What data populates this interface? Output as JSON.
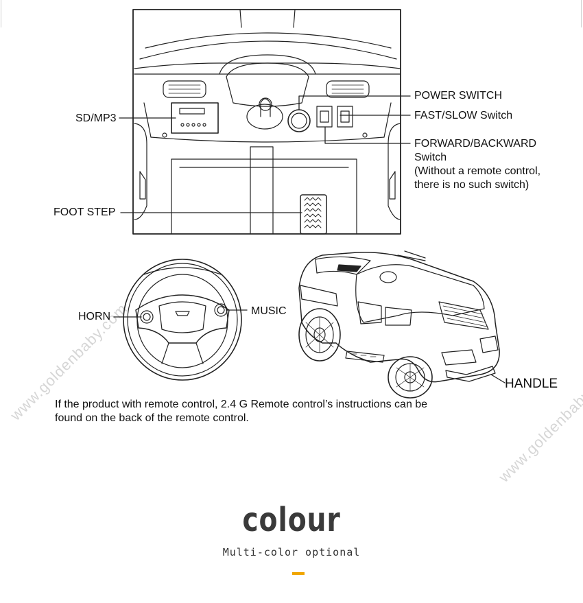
{
  "labels": {
    "power_switch": "POWER SWITCH",
    "fast_slow": "FAST/SLOW Switch",
    "forward_backward_line1": "FORWARD/BACKWARD",
    "forward_backward_line2": "Switch",
    "forward_backward_line3": "(Without a remote control,",
    "forward_backward_line4": "there is no such switch)",
    "sd_mp3": "SD/MP3",
    "foot_step": "FOOT STEP",
    "horn": "HORN",
    "music": "MUSIC",
    "handle": "HANDLE"
  },
  "note": {
    "line1": "If the product with remote control, 2.4 G Remote control’s instructions can be",
    "line2": "found on the back of the remote control."
  },
  "watermark": {
    "text": "www.goldenbaby.com"
  },
  "section": {
    "title": "colour",
    "subtitle": "Multi-color  optional"
  },
  "colors": {
    "accent": "#f0a500",
    "title": "#3a3a3a",
    "watermark": "#d6d6d6"
  }
}
